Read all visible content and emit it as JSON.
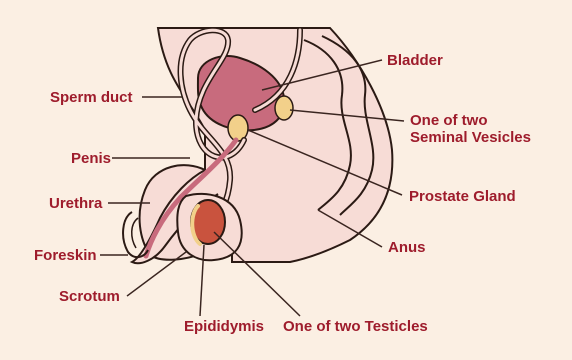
{
  "colors": {
    "background": "#fbefe3",
    "body": "#f7dcd6",
    "body_outline": "#2b1a14",
    "bladder": "#c86b7d",
    "seminal_vesicle": "#f2d08a",
    "testicle": "#c9533e",
    "label_text": "#9e1c2c",
    "leader_line": "#3a2520"
  },
  "labels": {
    "bladder": "Bladder",
    "sperm_duct": "Sperm duct",
    "seminal_vesicle_line1": "One of two",
    "seminal_vesicle_line2": "Seminal Vesicles",
    "penis": "Penis",
    "urethra": "Urethra",
    "prostate": "Prostate Gland",
    "foreskin": "Foreskin",
    "anus": "Anus",
    "scrotum": "Scrotum",
    "epididymis": "Epididymis",
    "testicles": "One of two Testicles"
  }
}
